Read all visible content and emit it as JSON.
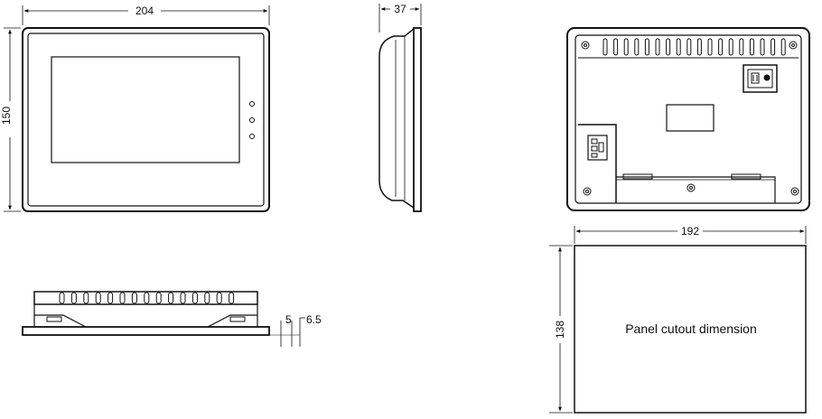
{
  "dimensions": {
    "front_width": "204",
    "front_height": "150",
    "side_depth": "37",
    "cutout_width": "192",
    "cutout_height": "138",
    "bezel_thickness": "5",
    "mount_thickness": "6.5"
  },
  "labels": {
    "cutout": "Panel cutout dimension"
  },
  "colors": {
    "line": "#111111",
    "background": "#ffffff"
  }
}
